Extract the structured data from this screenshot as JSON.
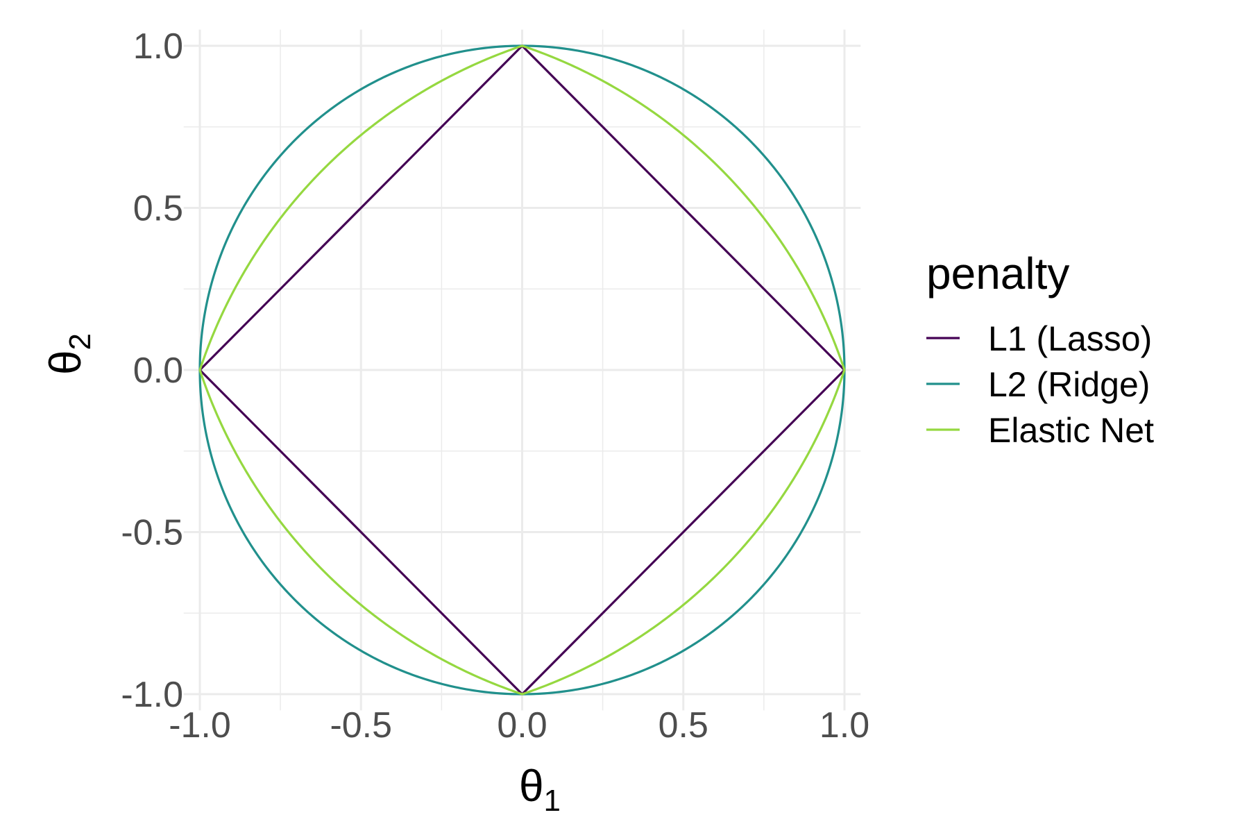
{
  "chart_data": {
    "type": "line",
    "xlabel": "θ",
    "xlabel_sub": "1",
    "ylabel": "θ",
    "ylabel_sub": "2",
    "xlim": [
      -1.05,
      1.05
    ],
    "ylim": [
      -1.05,
      1.05
    ],
    "x_ticks": [
      -1.0,
      -0.5,
      0.0,
      0.5,
      1.0
    ],
    "x_tick_labels": [
      "-1.0",
      "-0.5",
      "0.0",
      "0.5",
      "1.0"
    ],
    "y_ticks": [
      -1.0,
      -0.5,
      0.0,
      0.5,
      1.0
    ],
    "y_tick_labels": [
      "-1.0",
      "-0.5",
      "0.0",
      "0.5",
      "1.0"
    ],
    "minor_ticks": [
      -0.75,
      -0.25,
      0.25,
      0.75
    ],
    "grid": true,
    "legend": {
      "title": "penalty",
      "position": "right"
    },
    "series": [
      {
        "name": "L1 (Lasso)",
        "color": "#440154",
        "penalty": "l1",
        "points": [
          [
            1,
            0
          ],
          [
            0,
            1
          ],
          [
            -1,
            0
          ],
          [
            0,
            -1
          ],
          [
            1,
            0
          ]
        ]
      },
      {
        "name": "L2 (Ridge)",
        "color": "#21908C",
        "penalty": "l2",
        "shape": "unit circle |θ1|² + |θ2|² = 1"
      },
      {
        "name": "Elastic Net",
        "color": "#95D840",
        "penalty": "elastic",
        "shape": "0.5·(|θ1| + |θ2|) + 0.5·(θ1² + θ2²) = 1"
      }
    ]
  }
}
